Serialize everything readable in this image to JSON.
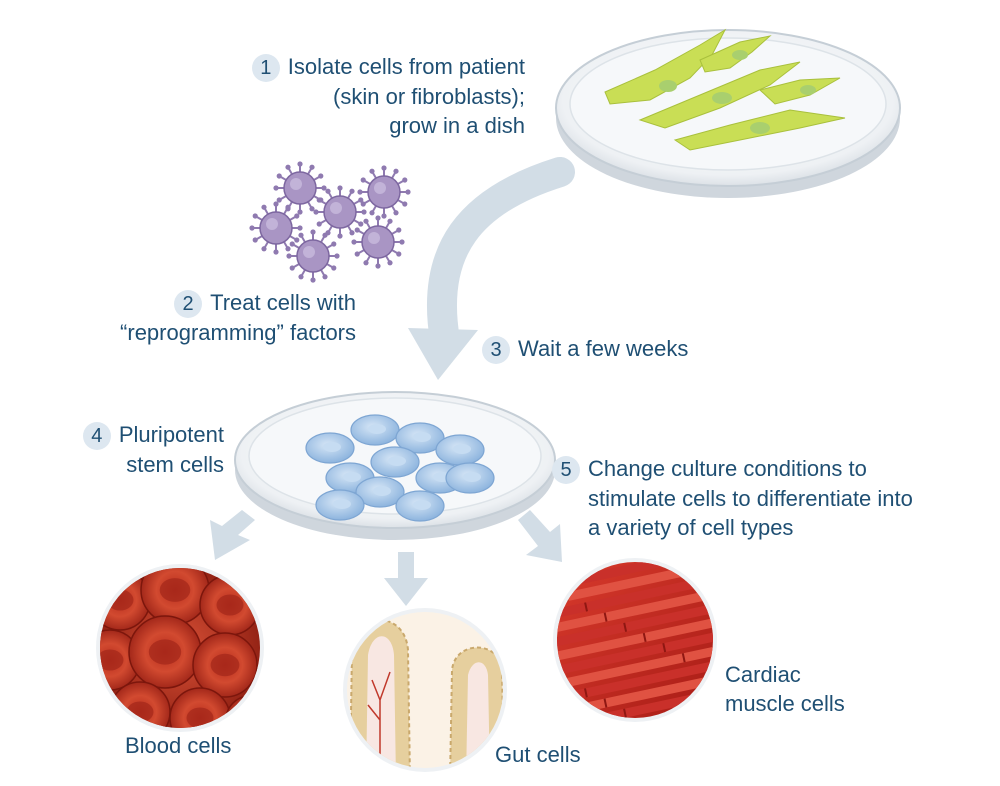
{
  "steps": [
    {
      "number": "1",
      "lines": [
        "Isolate cells from patient",
        "(skin or fibroblasts);",
        "grow in a dish"
      ]
    },
    {
      "number": "2",
      "lines": [
        "Treat cells with",
        "“reprogramming” factors"
      ]
    },
    {
      "number": "3",
      "lines": [
        "Wait a few weeks"
      ]
    },
    {
      "number": "4",
      "lines": [
        "Pluripotent",
        "stem cells"
      ]
    },
    {
      "number": "5",
      "lines": [
        "Change culture conditions to",
        "stimulate cells to differentiate into",
        "a variety of cell types"
      ]
    }
  ],
  "outcomes": {
    "blood": "Blood cells",
    "gut": "Gut cells",
    "cardiac": [
      "Cardiac",
      "muscle cells"
    ]
  },
  "colors": {
    "text": "#1f4f73",
    "badge": "#dde7f0",
    "arrow": "#d2dde6",
    "fibroblast": "#c9de55",
    "virus": "#a995c4",
    "stem_cell": "#9fc2e6",
    "blood": "#b8321e",
    "muscle": "#c62a22",
    "gut": "#e6cf9e"
  }
}
